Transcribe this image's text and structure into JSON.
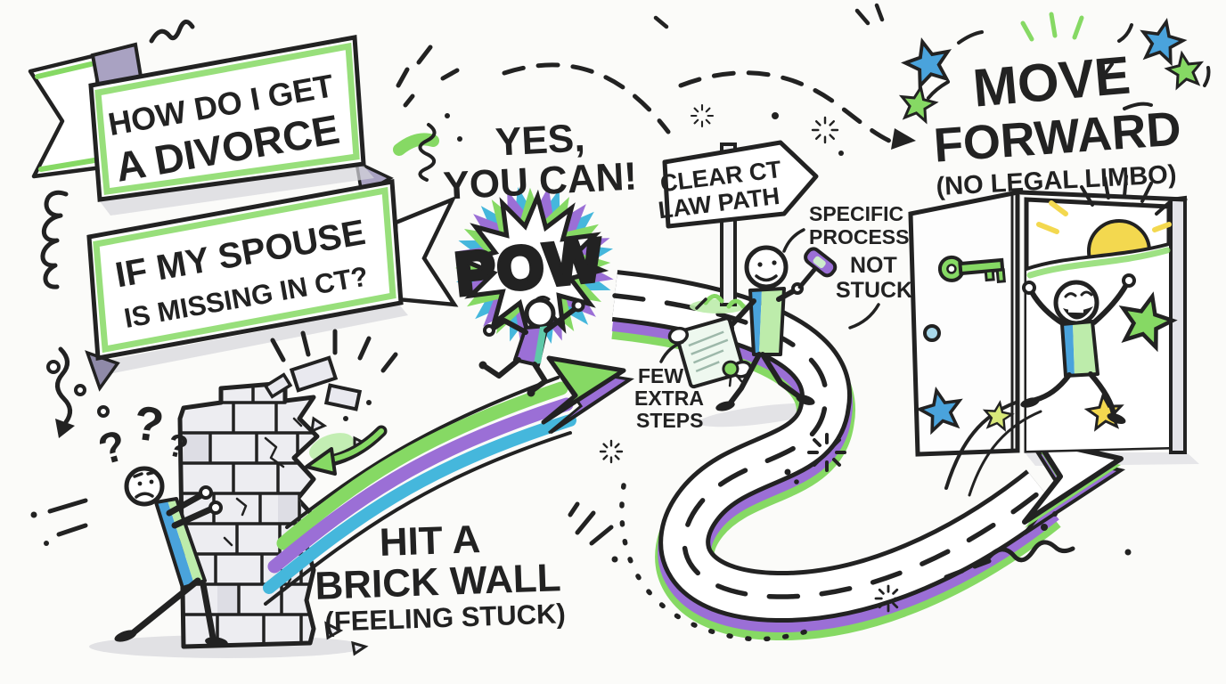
{
  "illustration": {
    "title_banner": {
      "line1": "HOW DO I GET",
      "line2": "A DIVORCE"
    },
    "subtitle_banner": {
      "line1": "IF MY SPOUSE",
      "line2": "IS MISSING IN CT?"
    },
    "affirmation": {
      "line1": "YES,",
      "line2": "YOU CAN!"
    },
    "pow_burst": {
      "label": "POW"
    },
    "signpost": {
      "line1": "CLEAR CT",
      "line2": "LAW PATH"
    },
    "callouts": {
      "specific_process": {
        "line1": "SPECIFIC",
        "line2": "PROCESS"
      },
      "not_stuck": {
        "line1": "NOT",
        "line2": "STUCK!"
      },
      "few_extra_steps": {
        "line1": "FEW",
        "line2": "EXTRA",
        "line3": "STEPS"
      }
    },
    "outcome": {
      "line1": "MOVE",
      "line2": "FORWARD",
      "line3": "(NO LEGAL LIMBO)"
    },
    "obstacle_caption": {
      "line1": "HIT A",
      "line2": "BRICK WALL",
      "line3": "(FEELING STUCK)"
    },
    "decorations": {
      "question_mark": "?"
    }
  },
  "palette": {
    "ink": "#222222",
    "green": "#86d964",
    "light_green": "#bdecab",
    "purple": "#9b6fd6",
    "blue": "#45b7dc",
    "sky_blue": "#4aa3dc",
    "teal": "#5fc9a8",
    "yellow": "#f3d84f",
    "gray": "#d6d6dc",
    "fold_gray": "#a9a2c2",
    "brick": "#ededf1"
  }
}
